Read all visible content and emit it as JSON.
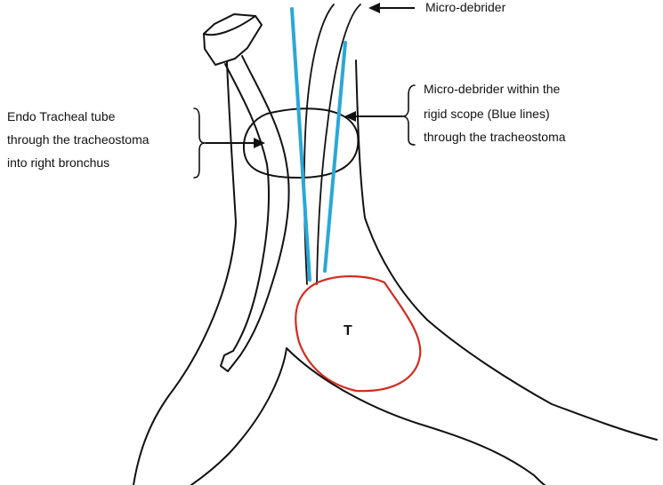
{
  "labels": {
    "micro_debrider": "Micro-debrider",
    "scope_line1": "Micro-debrider within the",
    "scope_line2": "rigid scope (Blue lines)",
    "scope_line3": "through the tracheostoma",
    "tube_line1": "Endo Tracheal tube",
    "tube_line2": "through the tracheostoma",
    "tube_line3": "into right bronchus",
    "tumor": "T"
  },
  "colors": {
    "outline": "#111111",
    "scope": "#2aa8d8",
    "tumor": "#d42a1f"
  }
}
